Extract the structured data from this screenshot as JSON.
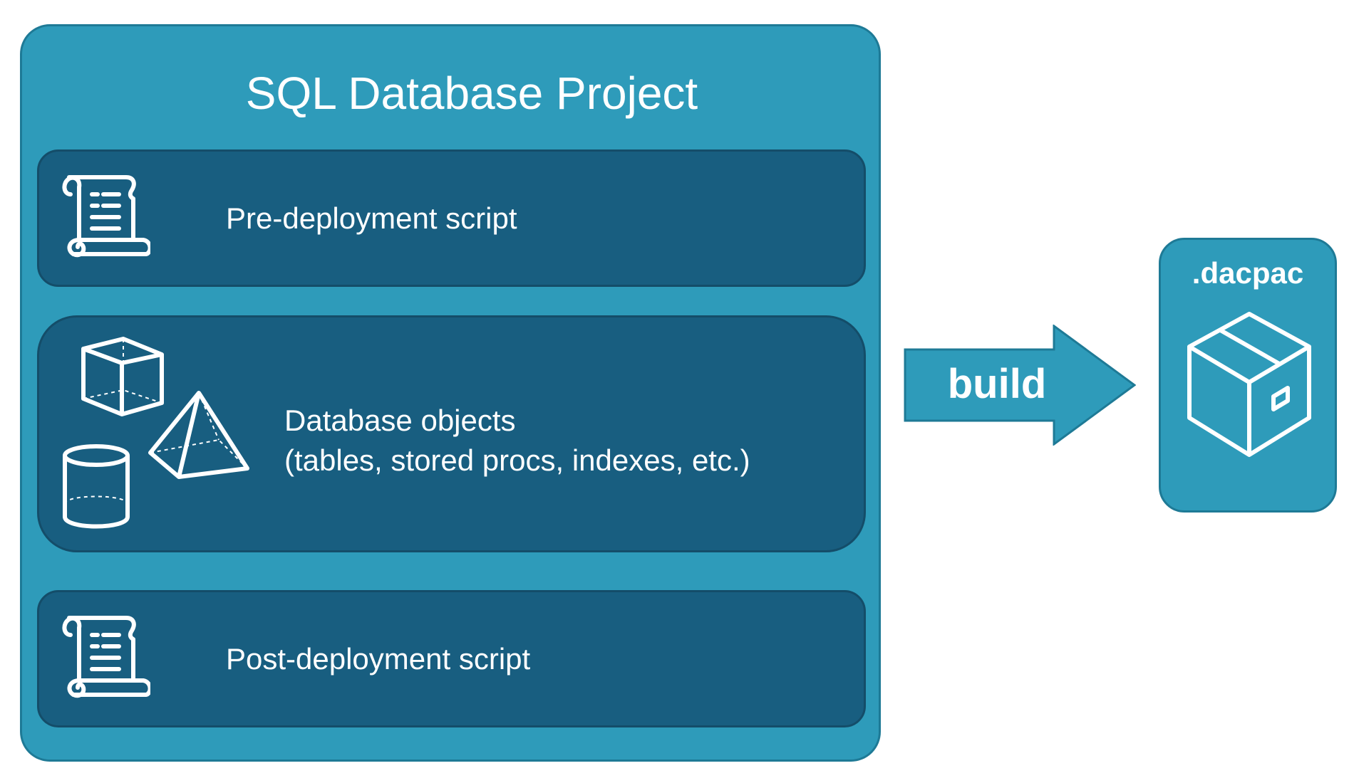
{
  "project": {
    "title": "SQL Database Project",
    "sections": [
      {
        "label": "Pre-deployment script",
        "icon": "script-scroll-icon"
      },
      {
        "label_line1": "Database objects",
        "label_line2": "(tables, stored procs, indexes, etc.)",
        "icons": [
          "cube-icon",
          "pyramid-icon",
          "cylinder-icon"
        ]
      },
      {
        "label": "Post-deployment script",
        "icon": "script-scroll-icon"
      }
    ]
  },
  "arrow": {
    "label": "build"
  },
  "output": {
    "label": ".dacpac",
    "icon": "package-box-icon"
  },
  "colors": {
    "container": "#2e9bba",
    "container_border": "#1e7a96",
    "section": "#185e80",
    "text": "#ffffff"
  }
}
